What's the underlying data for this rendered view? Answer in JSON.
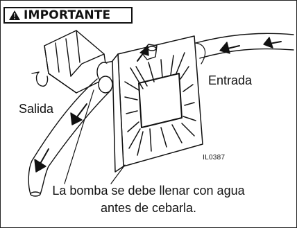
{
  "warning": {
    "icon": "warning-triangle-icon",
    "label": "IMPORTANTE"
  },
  "labels": {
    "outlet": "Salida",
    "inlet": "Entrada",
    "figure_code": "IL0387"
  },
  "caption": {
    "line1": "La bomba se debe llenar con agua",
    "line2": "antes de cebarla."
  }
}
